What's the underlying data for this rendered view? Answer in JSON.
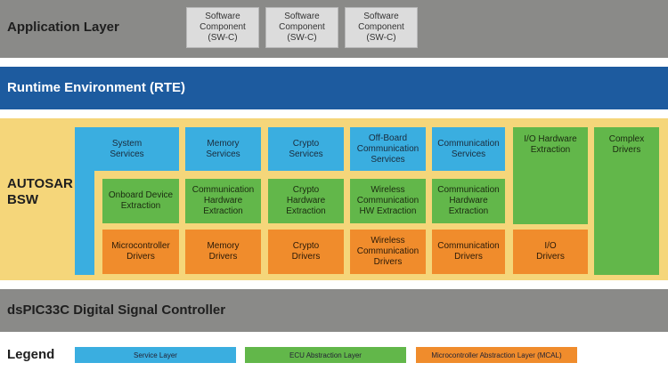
{
  "application_layer": {
    "title": "Application Layer",
    "components": [
      "Software\nComponent\n(SW-C)",
      "Software\nComponent\n(SW-C)",
      "Software\nComponent\n(SW-C)"
    ]
  },
  "rte": {
    "title": "Runtime Environment (RTE)"
  },
  "bsw": {
    "title": "AUTOSAR\nBSW",
    "system_services": "System\nServices",
    "service_row": [
      "Memory\nServices",
      "Crypto\nServices",
      "Off-Board\nCommunication\nServices",
      "Communication\nServices"
    ],
    "io_hardware_extraction": "I/O Hardware\nExtraction",
    "complex_drivers": "Complex\nDrivers",
    "ecu_row": [
      "Onboard Device\nExtraction",
      "Communication\nHardware\nExtraction",
      "Crypto\nHardware\nExtraction",
      "Wireless\nCommunication\nHW Extraction",
      "Communication\nHardware\nExtraction"
    ],
    "mcal_row": [
      "Microcontroller\nDrivers",
      "Memory\nDrivers",
      "Crypto\nDrivers",
      "Wireless\nCommunication\nDrivers",
      "Communication\nDrivers",
      "I/O\nDrivers"
    ]
  },
  "controller": {
    "title": "dsPIC33C Digital Signal Controller"
  },
  "legend": {
    "title": "Legend",
    "items": [
      "Service Layer",
      "ECU Abstraction Layer",
      "Microcontroller Abstraction Layer (MCAL)"
    ]
  },
  "colors": {
    "gray_band": "#8a8a88",
    "rte_band": "#1d5b9f",
    "bsw_band": "#f5d67a",
    "service_layer": "#3aaee0",
    "ecu_abstraction": "#62b74a",
    "mcal": "#f08c2c"
  }
}
